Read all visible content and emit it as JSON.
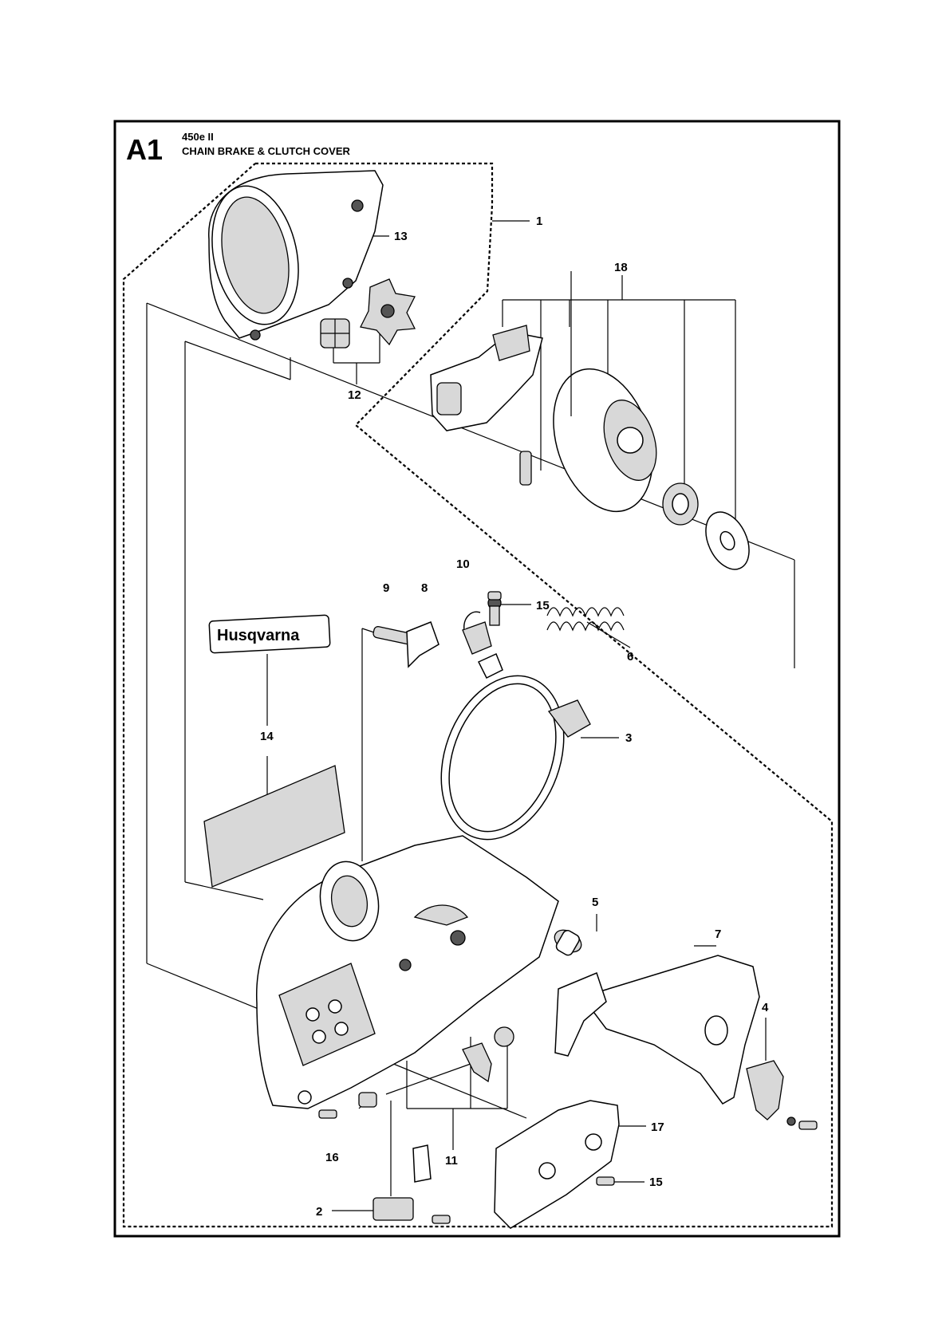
{
  "header": {
    "section_code": "A1",
    "model": "450e II",
    "title": "CHAIN BRAKE & CLUTCH COVER"
  },
  "decal": {
    "brand_text": "Husqvarna"
  },
  "callouts": [
    "1",
    "2",
    "3",
    "4",
    "5",
    "6",
    "7",
    "8",
    "9",
    "10",
    "11",
    "12",
    "13",
    "14",
    "15",
    "15",
    "16",
    "17",
    "18"
  ]
}
